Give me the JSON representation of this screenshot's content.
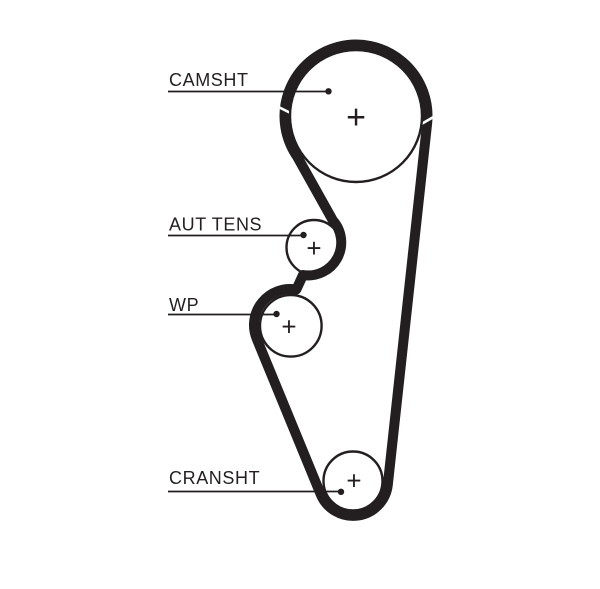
{
  "diagram": {
    "type": "timing-belt-routing-diagram",
    "background_color": "#ffffff",
    "line_color": "#231f20",
    "pulleys": [
      {
        "id": "camshaft",
        "label": "CAMSHT",
        "marker": "+"
      },
      {
        "id": "tensioner",
        "label": "AUT TENS",
        "marker": "+"
      },
      {
        "id": "water-pump",
        "label": "WP",
        "marker": "+"
      },
      {
        "id": "crankshaft",
        "label": "CRANSHT",
        "marker": "+"
      }
    ]
  }
}
